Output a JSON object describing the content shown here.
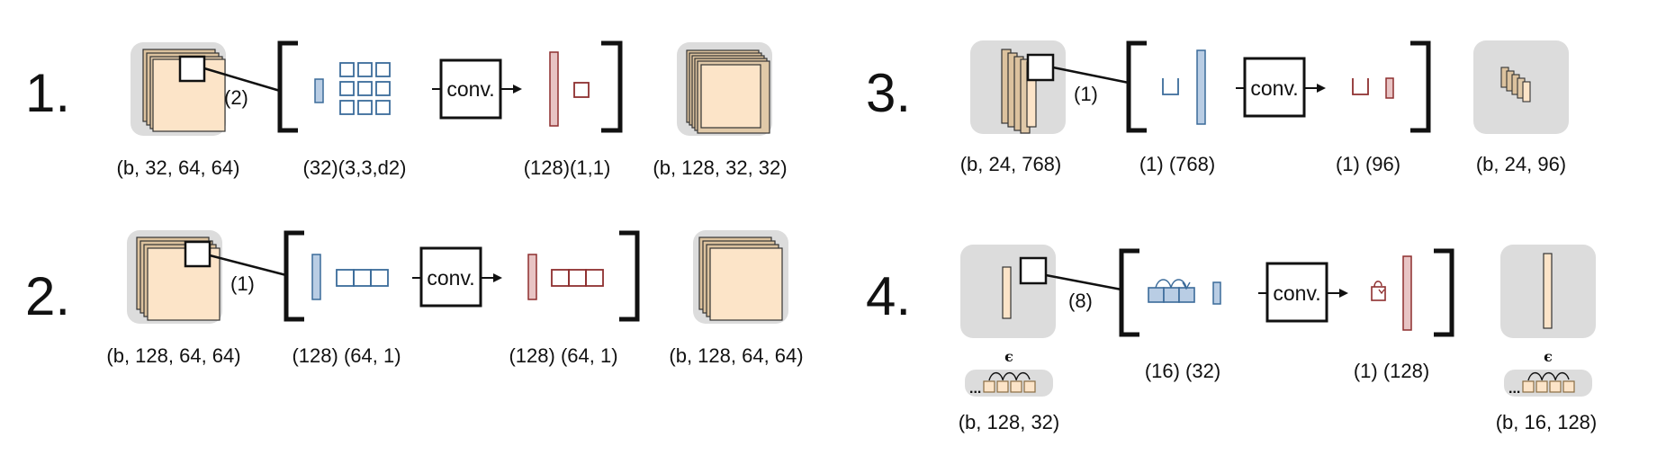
{
  "colors": {
    "panel": "#dcdcdc",
    "feature": "#fce4c8",
    "feature_dark": "#dcc29e",
    "blue_fill": "#b9cde4",
    "blue_stroke": "#3b6b9a",
    "red_fill": "#e8c4c4",
    "red_stroke": "#8e2f2f",
    "ink": "#111111"
  },
  "conv_label": "conv.",
  "epsilon": "ϵ",
  "ellipsis": "...",
  "rows": [
    {
      "number": "1.",
      "stride": "(2)",
      "input_shape": "(b, 32, 64, 64)",
      "kernel_shape": "(32)(3,3,d2)",
      "output_kernel_shape": "(128)(1,1)",
      "output_shape": "(b, 128, 32, 32)"
    },
    {
      "number": "2.",
      "stride": "(1)",
      "input_shape": "(b, 128, 64, 64)",
      "kernel_shape": "(128) (64, 1)",
      "output_kernel_shape": "(128) (64, 1)",
      "output_shape": "(b, 128, 64, 64)"
    },
    {
      "number": "3.",
      "stride": "(1)",
      "input_shape": "(b, 24, 768)",
      "kernel_shape": "(1) (768)",
      "output_kernel_shape": "(1) (96)",
      "output_shape": "(b, 24, 96)"
    },
    {
      "number": "4.",
      "stride": "(8)",
      "input_shape": "(b, 128, 32)",
      "kernel_shape": "(16) (32)",
      "output_kernel_shape": "(1) (128)",
      "output_shape": "(b, 16, 128)"
    }
  ]
}
